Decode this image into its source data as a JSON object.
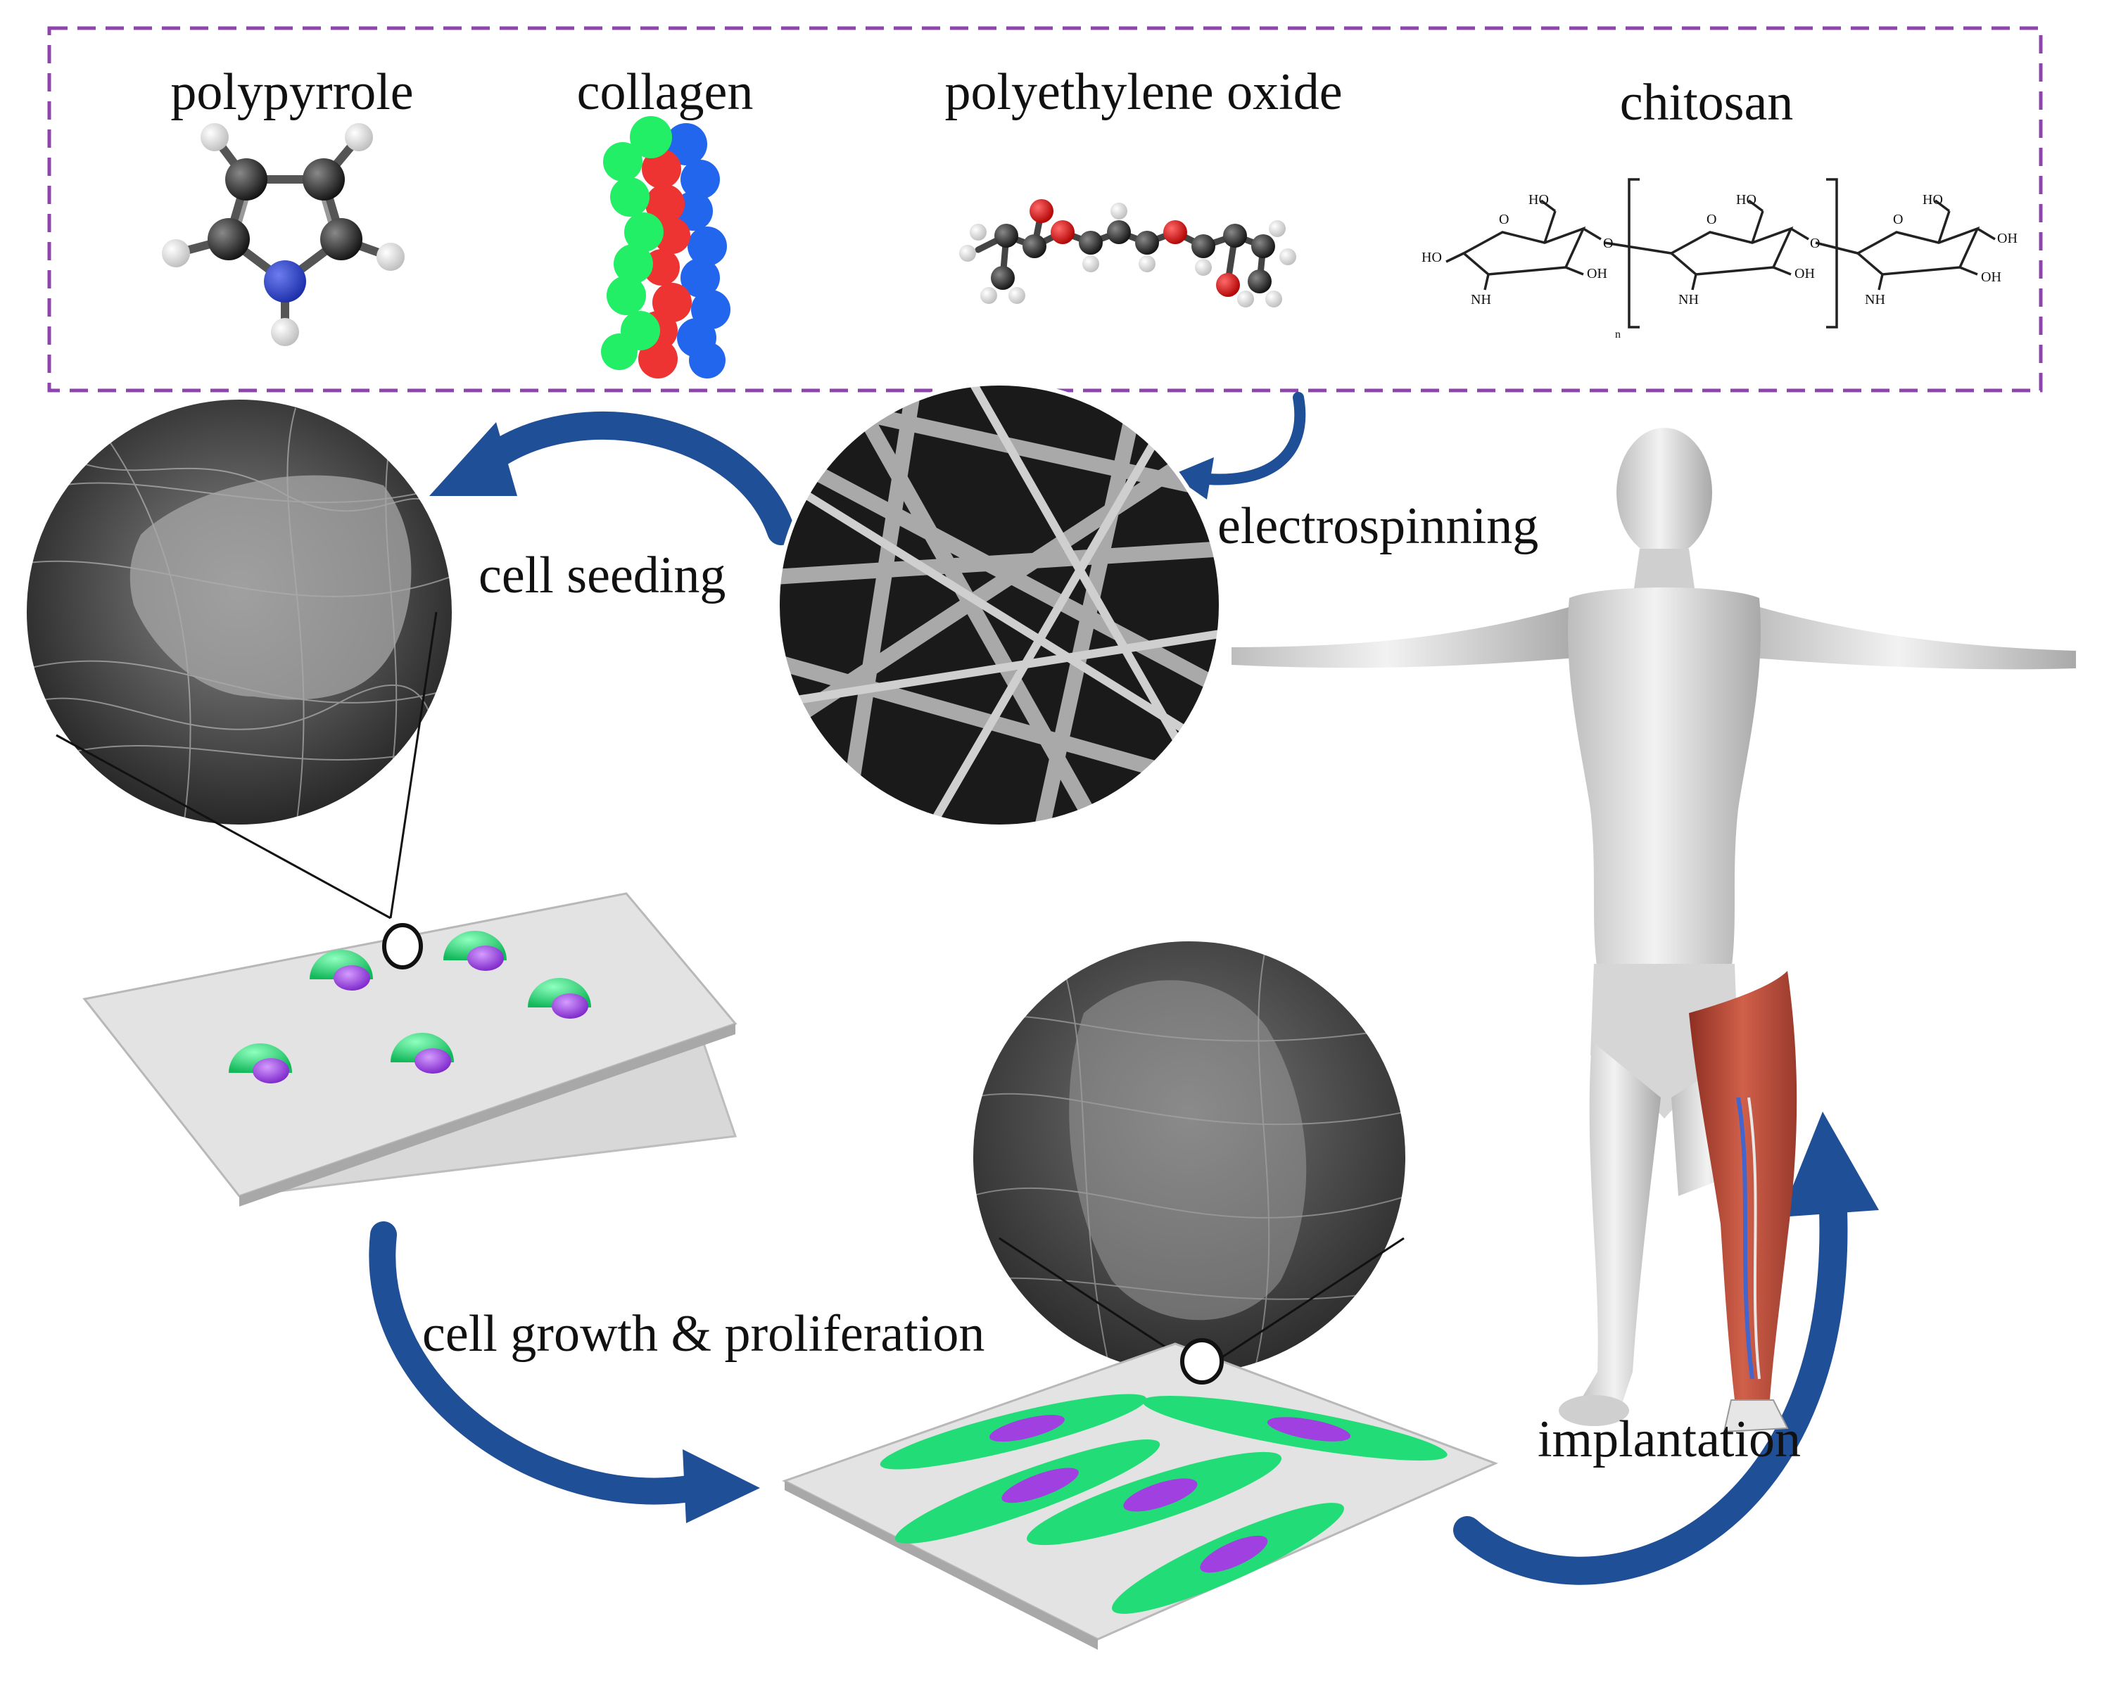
{
  "materials": {
    "polypyrrole": "polypyrrole",
    "collagen": "collagen",
    "polyethylene_oxide": "polyethylene oxide",
    "chitosan": "chitosan"
  },
  "chitosan_labels": {
    "ho": "HO",
    "oh": "OH",
    "o": "O",
    "nh2": "NH",
    "n": "n"
  },
  "steps": {
    "electrospinning": "electrospinning",
    "cell_seeding": "cell seeding",
    "cell_growth": "cell growth & proliferation",
    "implantation": "implantation"
  },
  "colors": {
    "frame": "#8e44ad",
    "arrow": "#1f4f96",
    "cell_body": "#22dd77",
    "nucleus": "#a040e0",
    "muscle": "#c0503c",
    "collagen_green": "#22ee66",
    "collagen_red": "#ee3333",
    "collagen_blue": "#2266ee"
  }
}
